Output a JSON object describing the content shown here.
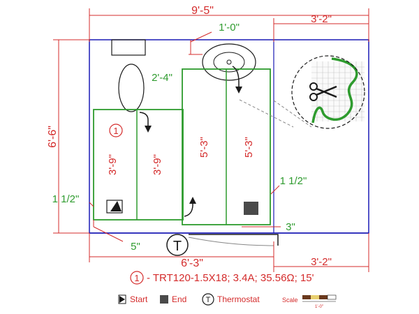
{
  "dimensions": {
    "overall_width": "9'-5\"",
    "right_section_top": "3'-2\"",
    "right_section_bottom": "3'-2\"",
    "overall_height": "6'-6\"",
    "bottom_width": "6'-3\"",
    "gap_toilet": "1'-0\"",
    "gap_left_top": "2'-4\"",
    "gap_left_side": "1 1/2\"",
    "gap_right_side": "1 1/2\"",
    "gap_bottom": "5\"",
    "gap_bottom_right": "3\""
  },
  "mats": [
    {
      "length": "3'-9\""
    },
    {
      "length": "3'-9\""
    },
    {
      "length": "5'-3\""
    },
    {
      "length": "5'-3\""
    }
  ],
  "circuit_number": "1",
  "spec_line": "- TRT120-1.5X18; 3.4A; 35.56Ω; 15'",
  "thermostat_symbol": "T",
  "legend": {
    "start": "Start",
    "end": "End",
    "thermostat_letter": "T",
    "thermostat": "Thermostat",
    "scale": "Scale",
    "scale_value": "1'-0\""
  },
  "colors": {
    "dimension": "#d42b2b",
    "mat": "#2e9b2e",
    "wall": "#1a1ab5"
  },
  "icons": [
    "scissors-icon",
    "start-icon",
    "end-icon",
    "thermostat-icon"
  ]
}
